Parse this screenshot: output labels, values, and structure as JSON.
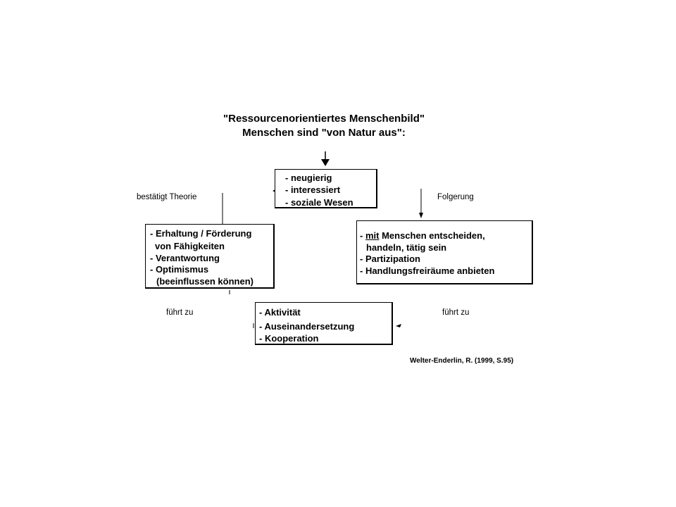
{
  "title": {
    "line1": "\"Ressourcenorientiertes Menschenbild\"",
    "line2": "Menschen sind \"von Natur aus\":"
  },
  "top_box": {
    "items": [
      "- neugierig",
      "- interessiert",
      "- soziale Wesen"
    ]
  },
  "left_box": {
    "items": [
      "- Erhaltung / Förderung",
      "von Fähigkeiten",
      "- Verantwortung",
      "- Optimismus",
      "(beeinflussen können)"
    ]
  },
  "right_box": {
    "first_prefix": "- ",
    "first_underlined": "mit",
    "first_rest": " Menschen entscheiden,",
    "items": [
      "handeln, tätig sein",
      "- Partizipation",
      "- Handlungsfreiräume anbieten"
    ]
  },
  "bottom_box": {
    "items": [
      "- Aktivität",
      "- Auseinandersetzung",
      "- Kooperation"
    ]
  },
  "labels": {
    "bestaetigt": "bestätigt Theorie",
    "folgerung": "Folgerung",
    "fuehrt_left": "führt zu",
    "fuehrt_right": "führt zu"
  },
  "citation": "Welter-Enderlin, R. (1999, S.95)"
}
